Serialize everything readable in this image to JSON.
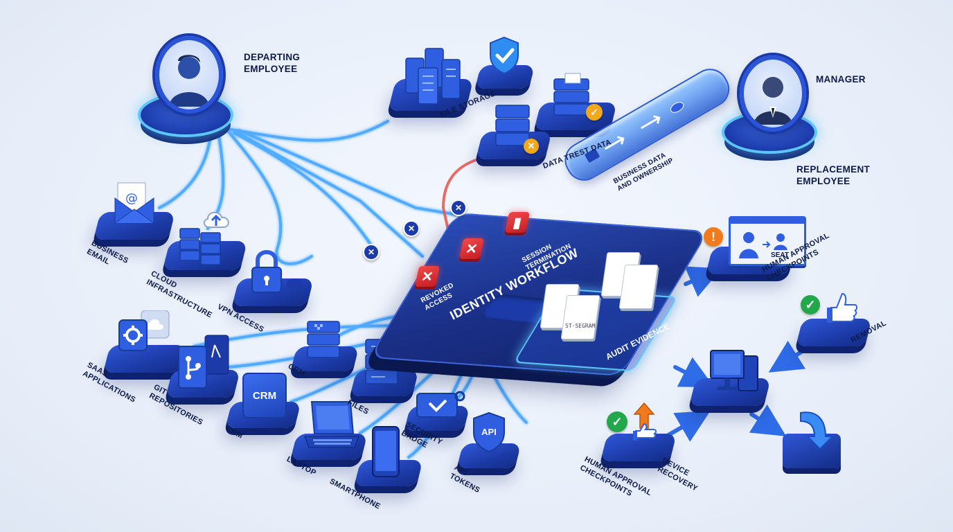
{
  "title": "IDENTITY WORKFLOW",
  "people": {
    "departing": "DEPARTING\nEMPLOYEE",
    "manager": "MANAGER",
    "replacement": "REPLACEMENT\nEMPLOYEE"
  },
  "resources": {
    "file_storage": "FILE STORAGE",
    "data_transfer": "DATA TREST DATA",
    "business_email": "BUSINESS\nEMAIL",
    "cloud": "CLOUD\nINFRASTRUCTURE",
    "vpn": "VPN ACCESS",
    "saas": "SAAS\nAPPLICATIONS",
    "git": "GIT\nREPOSITORIES",
    "crm_top": "CRM",
    "crm_bottom": "CRM",
    "crm_icon": "CRM",
    "files": "FILES",
    "security_badge": "SECURITY\nBADGE",
    "laptop": "LAPTOP",
    "smartphone": "SMARTPHONE",
    "api_tokens": "API\nTOKENS",
    "api_icon": "API"
  },
  "workflow": {
    "revoked_access": "REVOKED\nACCESS",
    "session_termination": "SESSION\nTERMINATION",
    "audit_evidence": "AUDIT EVIDENCE",
    "doc_label": "ST·SEGRAM"
  },
  "outputs": {
    "business_data": "BUSINESS DATA\nAND OWNERSHIP",
    "seat": "SEAT",
    "human_approval_top": "HUMAN APPROVAL\nCHECKPOINTS",
    "removal": "REMOVAL",
    "human_approval_bottom": "HUMAN APPROVAL\nCHECKPOINTS",
    "device_recovery": "DEVICE\nRECOVERY"
  },
  "colors": {
    "primary": "#1c3ba8",
    "accent": "#2f57d6",
    "glow": "#5ec6ff",
    "revoke": "#e23a3c",
    "approve": "#22a84a",
    "warning": "#f07a1c"
  }
}
